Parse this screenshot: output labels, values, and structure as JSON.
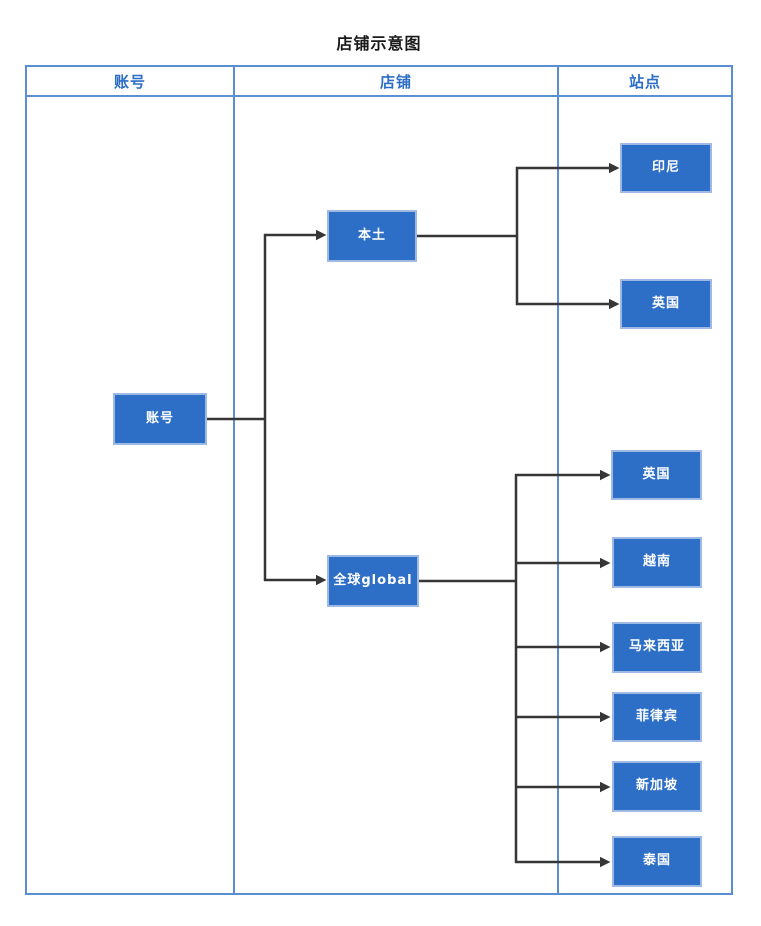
{
  "title": "店铺示意图",
  "columns": [
    {
      "label": "账号"
    },
    {
      "label": "店铺"
    },
    {
      "label": "站点"
    }
  ],
  "nodes": {
    "account": {
      "label": "账号"
    },
    "store_local": {
      "label": "本土"
    },
    "store_global": {
      "label": "全球global"
    },
    "site_indonesia": {
      "label": "印尼"
    },
    "site_uk_local": {
      "label": "英国"
    },
    "site_uk_global": {
      "label": "英国"
    },
    "site_vietnam": {
      "label": "越南"
    },
    "site_malaysia": {
      "label": "马来西亚"
    },
    "site_philippines": {
      "label": "菲律宾"
    },
    "site_singapore": {
      "label": "新加坡"
    },
    "site_thailand": {
      "label": "泰国"
    }
  },
  "edges": [
    {
      "from": "账号",
      "to": "本土"
    },
    {
      "from": "账号",
      "to": "全球global"
    },
    {
      "from": "本土",
      "to": "印尼"
    },
    {
      "from": "本土",
      "to": "英国"
    },
    {
      "from": "全球global",
      "to": "英国"
    },
    {
      "from": "全球global",
      "to": "越南"
    },
    {
      "from": "全球global",
      "to": "马来西亚"
    },
    {
      "from": "全球global",
      "to": "菲律宾"
    },
    {
      "from": "全球global",
      "to": "新加坡"
    },
    {
      "from": "全球global",
      "to": "泰国"
    }
  ],
  "colors": {
    "node_fill": "#2d6ec7",
    "node_border": "#9db9e4",
    "node_text": "#ffffff",
    "table_border": "#5b8fd4",
    "header_text": "#2d6ec7",
    "connector": "#363636",
    "title_text": "#1a1a1a",
    "background": "#ffffff"
  }
}
